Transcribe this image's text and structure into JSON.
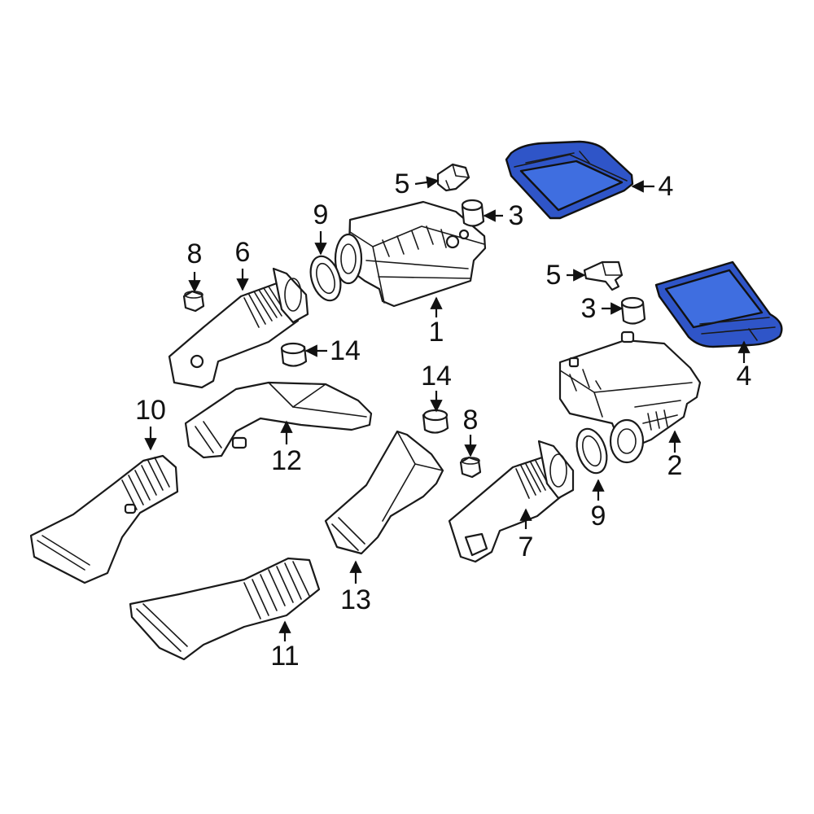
{
  "colors": {
    "background": "#ffffff",
    "line": "#1a1a1a",
    "highlight": "#2f55c8",
    "highlight_light": "#3f6ee0"
  },
  "callouts": [
    {
      "id": "c5a",
      "label": "5"
    },
    {
      "id": "c4a",
      "label": "4"
    },
    {
      "id": "c3a",
      "label": "3"
    },
    {
      "id": "c9a",
      "label": "9"
    },
    {
      "id": "c8a",
      "label": "8"
    },
    {
      "id": "c6",
      "label": "6"
    },
    {
      "id": "c1",
      "label": "1"
    },
    {
      "id": "c5b",
      "label": "5"
    },
    {
      "id": "c3b",
      "label": "3"
    },
    {
      "id": "c4b",
      "label": "4"
    },
    {
      "id": "c14a",
      "label": "14"
    },
    {
      "id": "c14b",
      "label": "14"
    },
    {
      "id": "c10",
      "label": "10"
    },
    {
      "id": "c12",
      "label": "12"
    },
    {
      "id": "c8b",
      "label": "8"
    },
    {
      "id": "c2",
      "label": "2"
    },
    {
      "id": "c9b",
      "label": "9"
    },
    {
      "id": "c7",
      "label": "7"
    },
    {
      "id": "c13",
      "label": "13"
    },
    {
      "id": "c11",
      "label": "11"
    }
  ]
}
